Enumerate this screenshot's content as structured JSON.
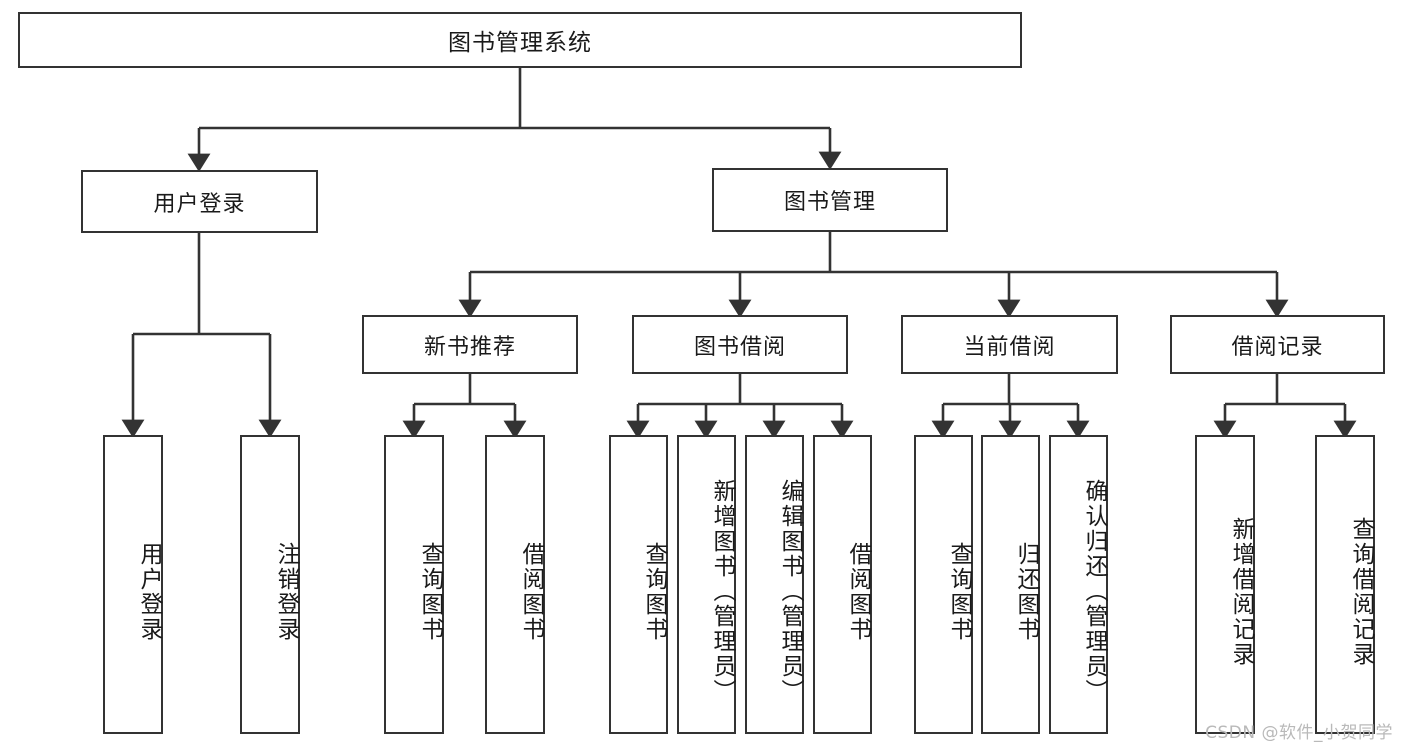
{
  "diagram": {
    "title": "图书管理系统",
    "type": "hierarchy-tree",
    "orientation": "top-down",
    "colors": {
      "box_border": "#333333",
      "box_fill": "#ffffff",
      "connector": "#333333",
      "text": "#1a1a1a",
      "watermark": "#b9b9b9"
    },
    "levels": {
      "root": {
        "label": "图书管理系统"
      },
      "level1": [
        {
          "label": "用户登录"
        },
        {
          "label": "图书管理"
        }
      ],
      "level2": [
        {
          "label": "新书推荐"
        },
        {
          "label": "图书借阅"
        },
        {
          "label": "当前借阅"
        },
        {
          "label": "借阅记录"
        }
      ],
      "level3": {
        "user_login": [
          {
            "label": "用户登录"
          },
          {
            "label": "注销登录"
          }
        ],
        "new_book_recommend": [
          {
            "label": "查询图书"
          },
          {
            "label": "借阅图书"
          }
        ],
        "book_borrow": [
          {
            "label": "查询图书"
          },
          {
            "label": "新增图书（管理员）"
          },
          {
            "label": "编辑图书（管理员）"
          },
          {
            "label": "借阅图书"
          }
        ],
        "current_borrow": [
          {
            "label": "查询图书"
          },
          {
            "label": "归还图书"
          },
          {
            "label": "确认归还（管理员）"
          }
        ],
        "borrow_record": [
          {
            "label": "新增借阅记录"
          },
          {
            "label": "查询借阅记录"
          }
        ]
      }
    }
  },
  "watermark": {
    "text": "CSDN @软件_小贺同学"
  }
}
